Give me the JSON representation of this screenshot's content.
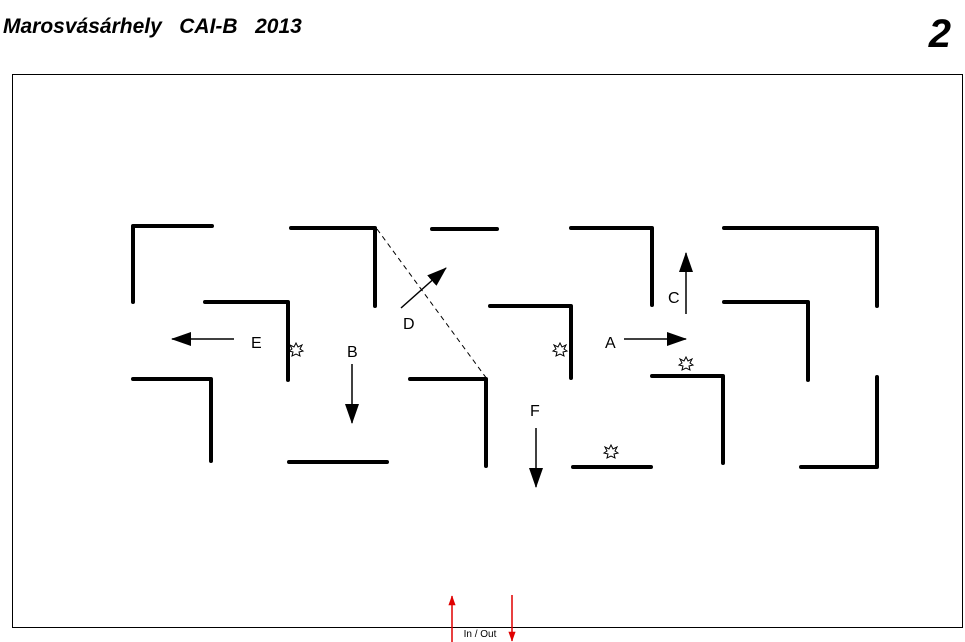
{
  "header": {
    "title": "Marosvásárhely   CAI-B   2013",
    "page_number": "2"
  },
  "course": {
    "labels": {
      "A": "A",
      "B": "B",
      "C": "C",
      "D": "D",
      "E": "E",
      "F": "F"
    },
    "entrance_label": "In / Out",
    "colors": {
      "walls": "#000000",
      "entrance": "#e00000"
    }
  }
}
